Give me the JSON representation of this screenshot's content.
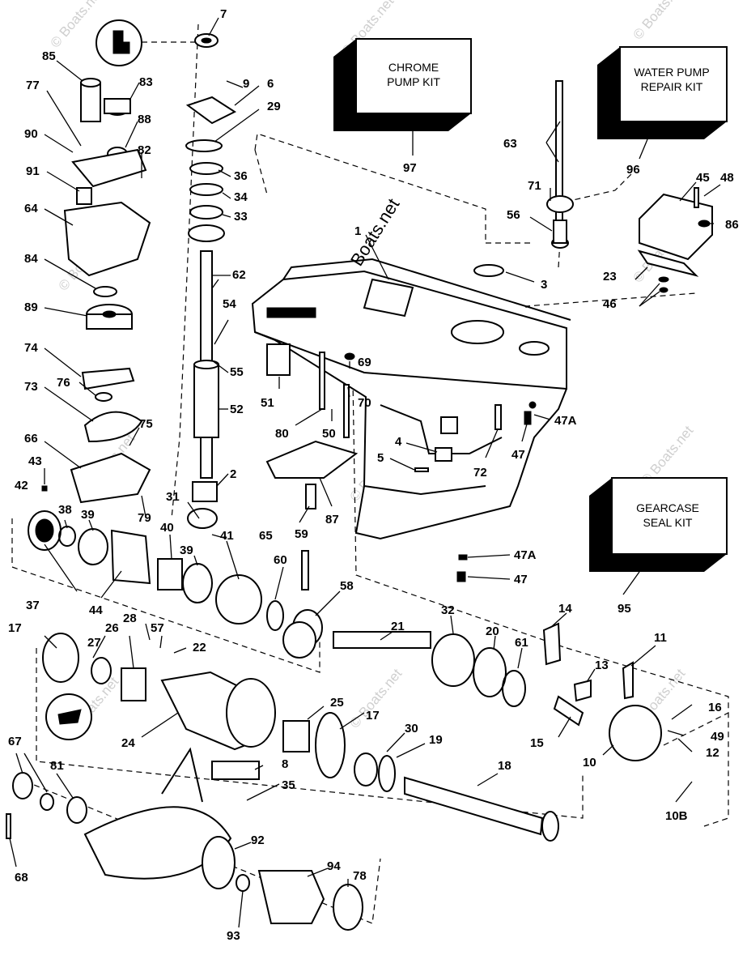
{
  "kits": {
    "chrome_pump": {
      "line1": "CHROME",
      "line2": "PUMP KIT",
      "number": "97"
    },
    "water_pump": {
      "line1": "WATER PUMP",
      "line2": "REPAIR KIT",
      "number": "96"
    },
    "gearcase_seal": {
      "line1": "GEARCASE",
      "line2": "SEAL KIT",
      "number": "95"
    }
  },
  "watermark": {
    "text": "© Boats.net",
    "center": "Boats.net"
  },
  "callouts": [
    "7",
    "85",
    "9",
    "6",
    "83",
    "77",
    "29",
    "88",
    "90",
    "82",
    "36",
    "91",
    "34",
    "64",
    "33",
    "62",
    "84",
    "89",
    "54",
    "55",
    "74",
    "76",
    "73",
    "52",
    "75",
    "66",
    "43",
    "42",
    "38",
    "39",
    "40",
    "79",
    "31",
    "41",
    "2",
    "39",
    "37",
    "44",
    "60",
    "59",
    "58",
    "21",
    "32",
    "20",
    "61",
    "14",
    "11",
    "28",
    "57",
    "26",
    "22",
    "27",
    "17",
    "25",
    "17",
    "30",
    "19",
    "18",
    "24",
    "8",
    "35",
    "13",
    "15",
    "16",
    "49",
    "12",
    "10",
    "10B",
    "67",
    "81",
    "92",
    "68",
    "94",
    "78",
    "93",
    "63",
    "71",
    "56",
    "1",
    "3",
    "45",
    "48",
    "86",
    "23",
    "46",
    "51",
    "69",
    "70",
    "80",
    "50",
    "72",
    "47A",
    "47",
    "4",
    "5",
    "87",
    "65",
    "47A",
    "47"
  ]
}
